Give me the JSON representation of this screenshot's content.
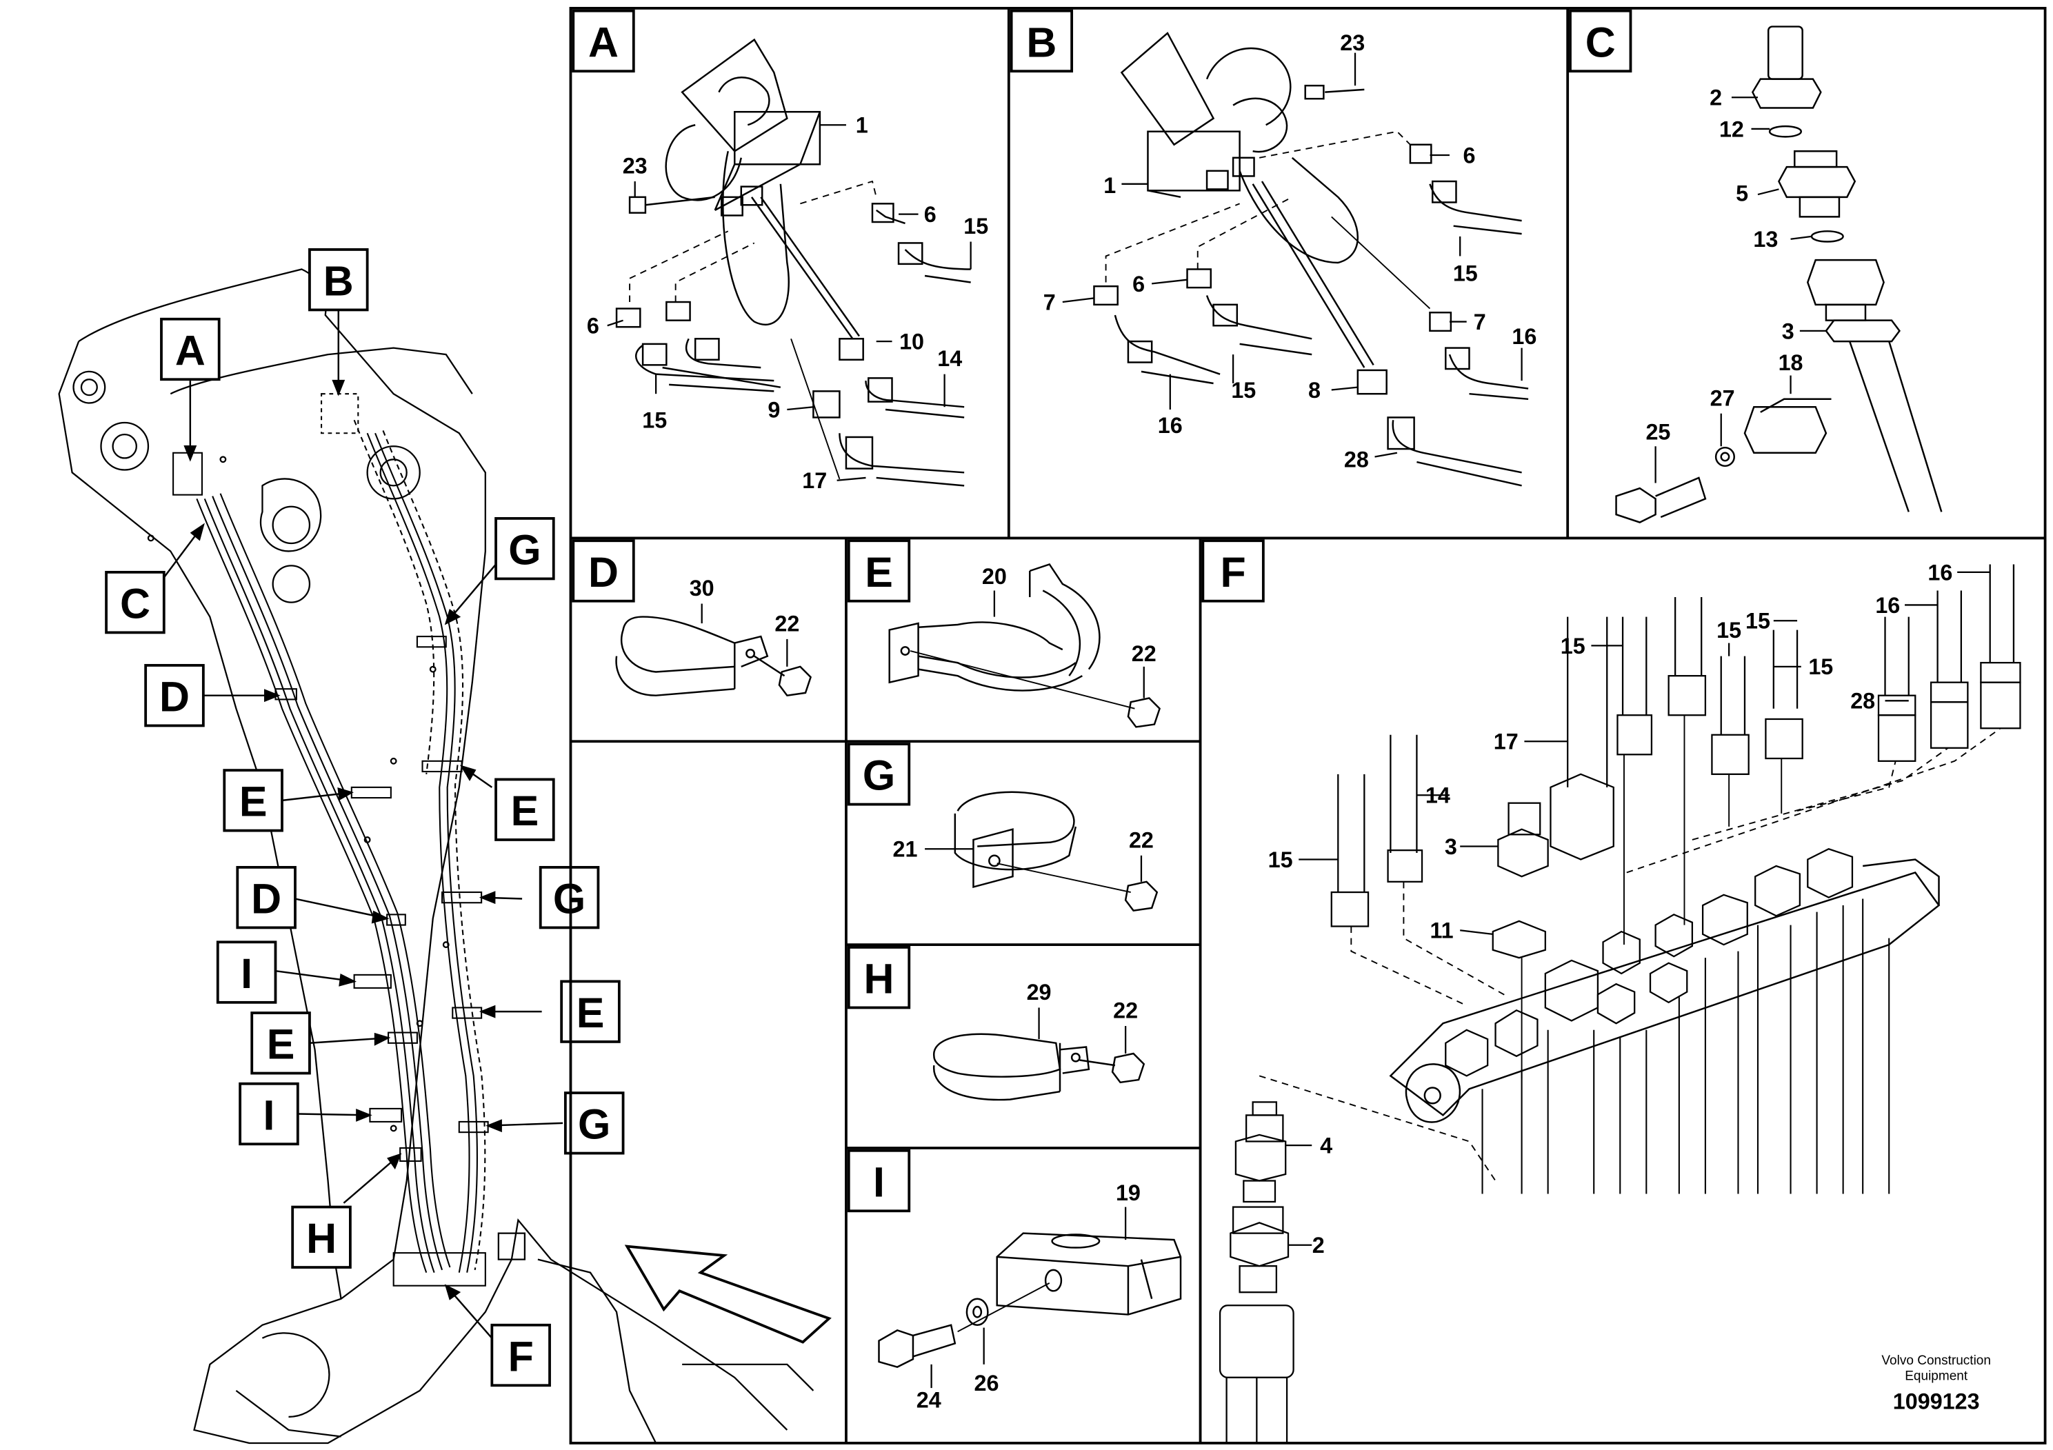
{
  "overview_labels": {
    "A": "A",
    "B": "B",
    "C": "C",
    "D1": "D",
    "D2": "D",
    "E1": "E",
    "E2": "E",
    "E3": "E",
    "E4": "E",
    "F": "F",
    "G1": "G",
    "G2": "G",
    "G3": "G",
    "H": "H",
    "I1": "I",
    "I2": "I"
  },
  "panels": {
    "A": {
      "label": "A",
      "callouts": [
        "1",
        "23",
        "6",
        "15",
        "6",
        "10",
        "14",
        "9",
        "17",
        "15"
      ]
    },
    "B": {
      "label": "B",
      "callouts": [
        "23",
        "6",
        "1",
        "15",
        "7",
        "6",
        "7",
        "16",
        "15",
        "16",
        "8",
        "28"
      ]
    },
    "C": {
      "label": "C",
      "callouts": [
        "2",
        "12",
        "5",
        "13",
        "3",
        "18",
        "27",
        "25"
      ]
    },
    "D": {
      "label": "D",
      "callouts": [
        "30",
        "22"
      ]
    },
    "E": {
      "label": "E",
      "callouts": [
        "20",
        "22"
      ]
    },
    "F": {
      "label": "F",
      "callouts": [
        "16",
        "16",
        "15",
        "15",
        "15",
        "15",
        "28",
        "17",
        "14",
        "3",
        "15",
        "11",
        "4",
        "2"
      ]
    },
    "G": {
      "label": "G",
      "callouts": [
        "21",
        "22"
      ]
    },
    "H": {
      "label": "H",
      "callouts": [
        "29",
        "22"
      ]
    },
    "I": {
      "label": "I",
      "callouts": [
        "19",
        "24",
        "26"
      ]
    }
  },
  "footer": {
    "company_line1": "Volvo Construction",
    "company_line2": "Equipment",
    "drawing_number": "1099123"
  },
  "colors": {
    "ink": "#000000",
    "paper": "#ffffff"
  }
}
